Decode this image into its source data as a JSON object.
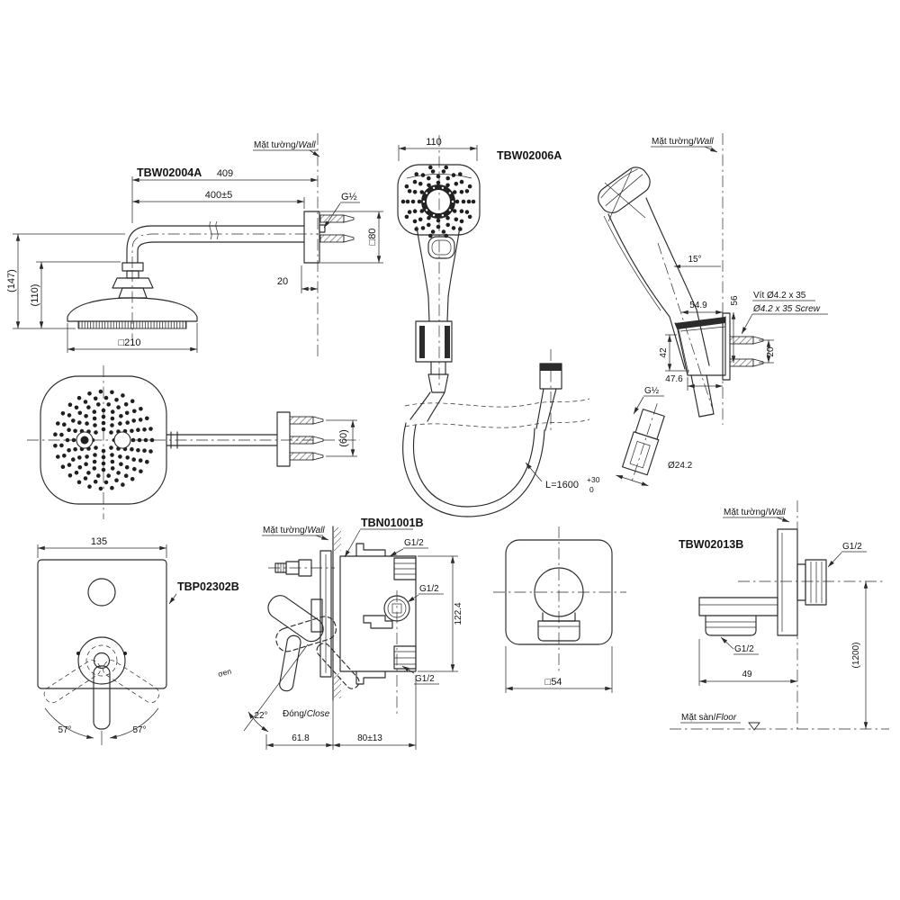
{
  "colors": {
    "line": "#2b2b2b",
    "text": "#141414",
    "background": "#ffffff"
  },
  "rain_shower_side": {
    "part_no": "TBW02004A",
    "wall_label_vi": "Mặt tường/",
    "wall_label_en": "Wall",
    "dim_total": "409",
    "dim_install": "400±5",
    "thread": "G½",
    "dim_plate": "□80",
    "dim_depth": "20",
    "dim_height_total": "(147)",
    "dim_height_head": "(110)",
    "dim_head": "□210"
  },
  "rain_shower_bottom": {
    "dim_screws": "(60)"
  },
  "hand_shower": {
    "part_no": "TBW02006A",
    "dim_width": "110",
    "hose_length": "L=1600",
    "hose_tol_plus": "+30",
    "hose_tol_minus": "0"
  },
  "holder": {
    "wall_label_vi": "Mặt tường/",
    "wall_label_en": "Wall",
    "angle": "15°",
    "dim_offset": "54.9",
    "dim_height": "56",
    "screw_label_vi": "Vít Ø4.2 x 35",
    "screw_label_en": "Ø4.2 x 35 Screw",
    "dim_body": "42",
    "dim_screw_gap": "20",
    "dim_base": "47.6",
    "thread": "G½",
    "dim_diameter": "Ø24.2"
  },
  "trim_plate": {
    "part_no": "TBP02302B",
    "dim_width": "135",
    "angle_left": "57°",
    "angle_right": "57°"
  },
  "valve": {
    "part_no": "TBN01001B",
    "wall_label_vi": "Mặt tường/",
    "wall_label_en": "Wall",
    "thread_top": "G1/2",
    "thread_mid": "G1/2",
    "thread_bottom": "G1/2",
    "dim_height": "122.4",
    "close_label_vi": "Đóng/",
    "close_label_en": "Close",
    "open_label_partial": "ơen",
    "angle": "22°",
    "dim_lever": "61.8",
    "dim_depth": "80±13"
  },
  "elbow_front": {
    "dim_plate": "□54"
  },
  "elbow_side": {
    "part_no": "TBW02013B",
    "wall_label_vi": "Mặt tường/",
    "wall_label_en": "Wall",
    "thread_top": "G1/2",
    "thread_bottom": "G1/2",
    "dim_width": "49",
    "dim_floor": "(1200)",
    "floor_label_vi": "Mặt sàn/",
    "floor_label_en": "Floor"
  }
}
